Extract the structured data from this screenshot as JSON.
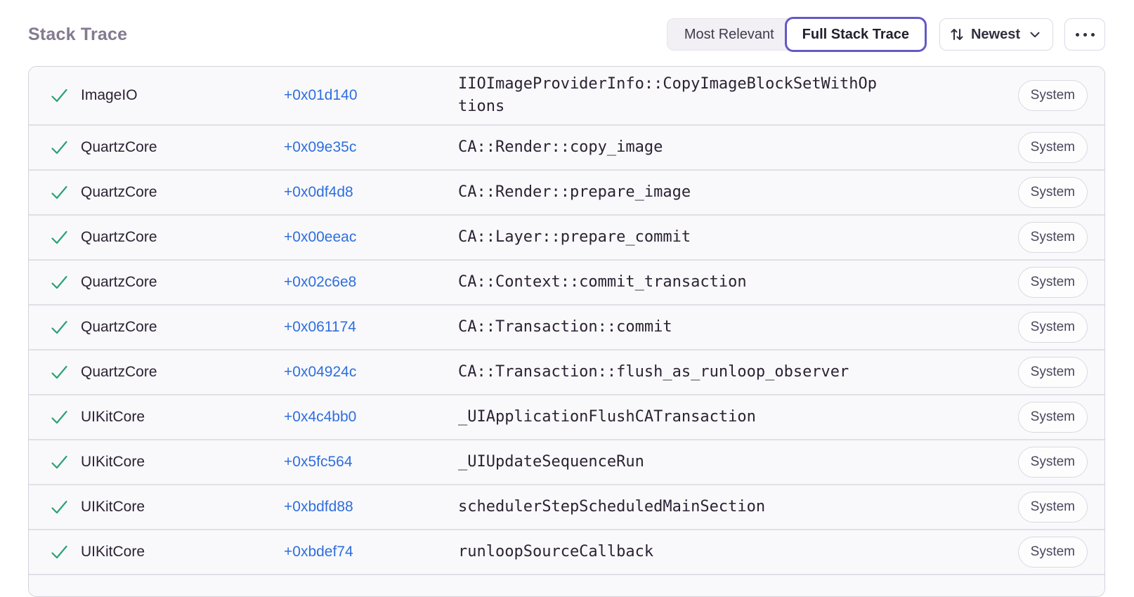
{
  "header": {
    "title": "Stack Trace",
    "view_toggle": {
      "most_relevant": "Most Relevant",
      "full_stack_trace": "Full Stack Trace"
    },
    "sort": {
      "label": "Newest"
    }
  },
  "colors": {
    "accent_purple": "#6459c6",
    "link_blue": "#2f6ede",
    "check_green": "#2ba172",
    "row_background": "#f9f9fb",
    "title_gray": "#847a90"
  },
  "icons": {
    "status": "checkmark-icon",
    "sort": "sort-arrows-icon",
    "dropdown": "chevron-down-icon",
    "overflow": "ellipsis-icon"
  },
  "table": {
    "rows": [
      {
        "module": "ImageIO",
        "address": "+0x01d140",
        "function": "IIOImageProviderInfo::CopyImageBlockSetWithOptions",
        "badge": "System"
      },
      {
        "module": "QuartzCore",
        "address": "+0x09e35c",
        "function": "CA::Render::copy_image",
        "badge": "System"
      },
      {
        "module": "QuartzCore",
        "address": "+0x0df4d8",
        "function": "CA::Render::prepare_image",
        "badge": "System"
      },
      {
        "module": "QuartzCore",
        "address": "+0x00eeac",
        "function": "CA::Layer::prepare_commit",
        "badge": "System"
      },
      {
        "module": "QuartzCore",
        "address": "+0x02c6e8",
        "function": "CA::Context::commit_transaction",
        "badge": "System"
      },
      {
        "module": "QuartzCore",
        "address": "+0x061174",
        "function": "CA::Transaction::commit",
        "badge": "System"
      },
      {
        "module": "QuartzCore",
        "address": "+0x04924c",
        "function": "CA::Transaction::flush_as_runloop_observer",
        "badge": "System"
      },
      {
        "module": "UIKitCore",
        "address": "+0x4c4bb0",
        "function": "_UIApplicationFlushCATransaction",
        "badge": "System"
      },
      {
        "module": "UIKitCore",
        "address": "+0x5fc564",
        "function": "_UIUpdateSequenceRun",
        "badge": "System"
      },
      {
        "module": "UIKitCore",
        "address": "+0xbdfd88",
        "function": "schedulerStepScheduledMainSection",
        "badge": "System"
      },
      {
        "module": "UIKitCore",
        "address": "+0xbdef74",
        "function": "runloopSourceCallback",
        "badge": "System"
      }
    ]
  }
}
